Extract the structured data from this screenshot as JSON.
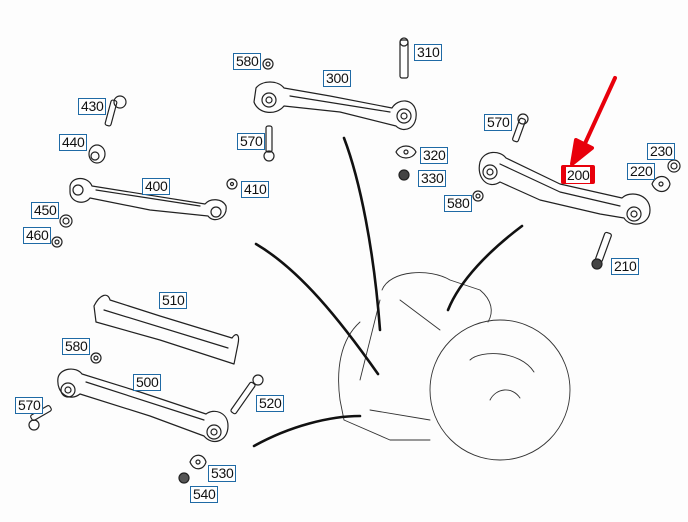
{
  "diagram": {
    "title": "Rear axle control arms exploded view",
    "highlight_color": "#e8000b",
    "label_border_color": "#1f6aa5",
    "highlighted_part": "200",
    "labels": [
      {
        "id": "310",
        "text": "310"
      },
      {
        "id": "580a",
        "text": "580"
      },
      {
        "id": "300",
        "text": "300"
      },
      {
        "id": "430",
        "text": "430"
      },
      {
        "id": "570a",
        "text": "570"
      },
      {
        "id": "440",
        "text": "440"
      },
      {
        "id": "320",
        "text": "320"
      },
      {
        "id": "330",
        "text": "330"
      },
      {
        "id": "400",
        "text": "400"
      },
      {
        "id": "410",
        "text": "410"
      },
      {
        "id": "450",
        "text": "450"
      },
      {
        "id": "460",
        "text": "460"
      },
      {
        "id": "570b",
        "text": "570"
      },
      {
        "id": "580b",
        "text": "580"
      },
      {
        "id": "200",
        "text": "200"
      },
      {
        "id": "230",
        "text": "230"
      },
      {
        "id": "220",
        "text": "220"
      },
      {
        "id": "210",
        "text": "210"
      },
      {
        "id": "510",
        "text": "510"
      },
      {
        "id": "580c",
        "text": "580"
      },
      {
        "id": "500",
        "text": "500"
      },
      {
        "id": "570c",
        "text": "570"
      },
      {
        "id": "520",
        "text": "520"
      },
      {
        "id": "530",
        "text": "530"
      },
      {
        "id": "540",
        "text": "540"
      }
    ]
  }
}
